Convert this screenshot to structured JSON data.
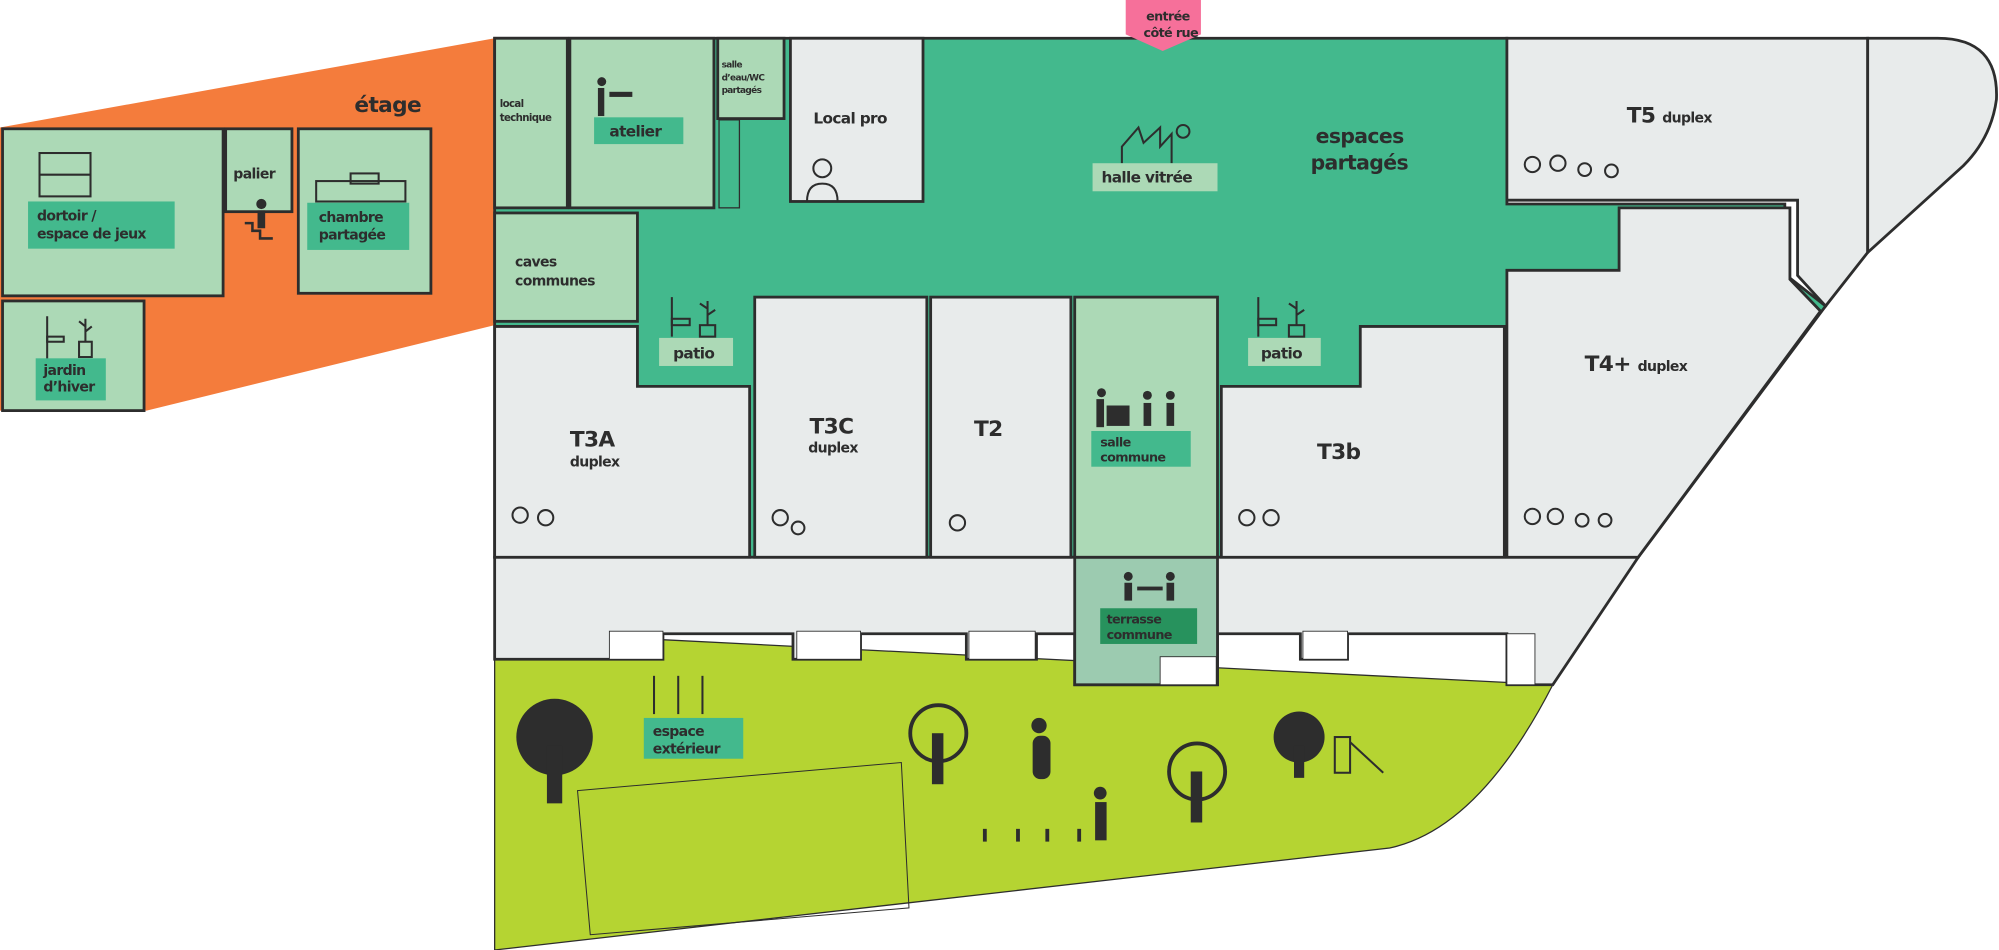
{
  "colors": {
    "upper_floor": "#f47c3c",
    "shared": "#43b98d",
    "shared_light": "#acd9b6",
    "apartment": "#e8ebeb",
    "garden": "#b5d432",
    "entrance": "#f6709a",
    "terrace_commune": "#9ccbb0",
    "ink": "#2d2d2d"
  },
  "upper": {
    "title": "étage",
    "dortoir": [
      "dortoir /",
      "espace de jeux"
    ],
    "palier": "palier",
    "chambre": [
      "chambre",
      "partagée"
    ],
    "jardin": [
      "jardin",
      "d’hiver"
    ]
  },
  "entrance": [
    "entrée",
    "côté rue"
  ],
  "rooms": {
    "local_technique": [
      "local",
      "technique"
    ],
    "atelier": "atelier",
    "salle_eau": [
      "salle",
      "d’eau/WC",
      "partagés"
    ],
    "local_pro": "Local pro",
    "halle": "halle vitrée",
    "espaces": [
      "espaces",
      "partagés"
    ],
    "caves": [
      "caves",
      "communes"
    ],
    "patio_left": "patio",
    "patio_right": "patio",
    "t5": {
      "name": "T5",
      "sub": "duplex"
    },
    "t4": {
      "name": "T4+",
      "sub": "duplex"
    },
    "t3a": {
      "name": "T3A",
      "sub": "duplex"
    },
    "t3c": {
      "name": "T3C",
      "sub": "duplex"
    },
    "t2": {
      "name": "T2"
    },
    "salle_commune": [
      "salle",
      "commune"
    ],
    "t3b": {
      "name": "T3b"
    },
    "terrasse": [
      "terrasse",
      "commune"
    ],
    "exterieur": [
      "espace",
      "extérieur"
    ]
  }
}
